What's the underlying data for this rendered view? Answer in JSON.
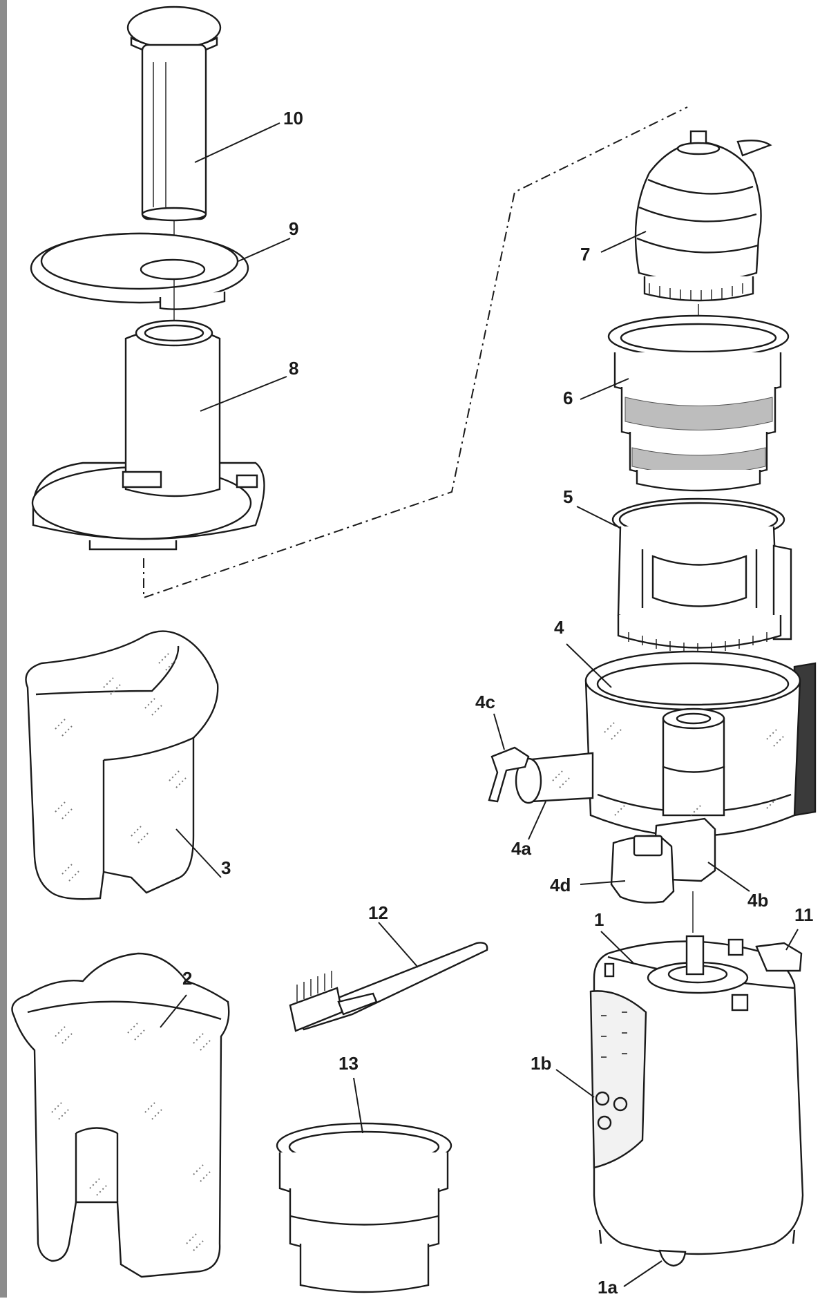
{
  "diagram": {
    "labels": {
      "part_1": "1",
      "part_1a": "1a",
      "part_1b": "1b",
      "part_2": "2",
      "part_3": "3",
      "part_4": "4",
      "part_4a": "4a",
      "part_4b": "4b",
      "part_4c": "4c",
      "part_4d": "4d",
      "part_5": "5",
      "part_6": "6",
      "part_7": "7",
      "part_8": "8",
      "part_9": "9",
      "part_10": "10",
      "part_11": "11",
      "part_12": "12",
      "part_13": "13"
    },
    "icons": [
      "pusher",
      "lid-tray",
      "feed-chute-lid",
      "pulp-container",
      "juice-container",
      "juicing-bowl",
      "strainer-holder",
      "juicing-strainer",
      "auger",
      "motor-base",
      "cleaning-brush",
      "sorbet-strainer"
    ]
  }
}
